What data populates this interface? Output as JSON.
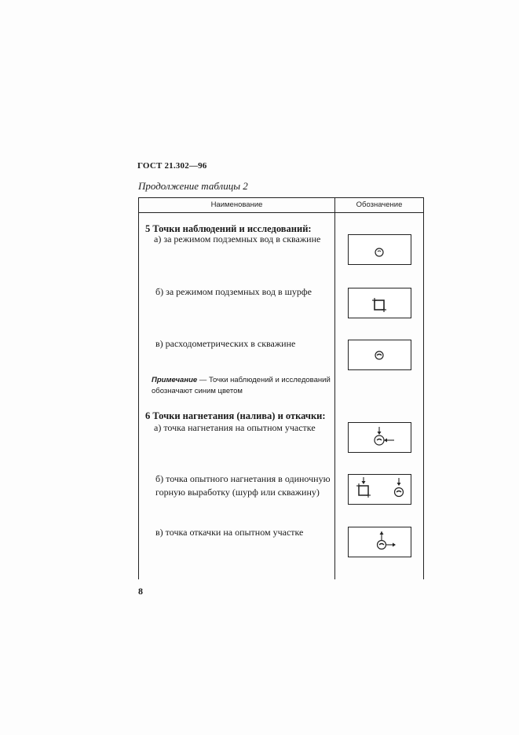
{
  "header": {
    "doc_code": "ГОСТ 21.302—96",
    "continuation": "Продолжение таблицы 2"
  },
  "table": {
    "col_name": "Наименование",
    "col_symbol": "Обозначение"
  },
  "section5": {
    "title": "5 Точки наблюдений и исследований:",
    "item_a": "а) за режимом подземных вод в скважине",
    "item_b": "б) за режимом подземных вод в шурфе",
    "item_c": "в) расходометрических в скважине",
    "note_label": "Примечание",
    "note_text": " — Точки наблюдений и исследований обозначают синим цветом"
  },
  "section6": {
    "title": "6 Точки нагнетания (налива) и откачки:",
    "item_a": "а) точка нагнетания на опытном участке",
    "item_b": "б) точка опытного нагнетания в одиночную горную выработку (шурф или скважину)",
    "item_c": "в) точка откачки на опытном участке"
  },
  "symbols": [
    {
      "name": "well-observation-symbol"
    },
    {
      "name": "pit-observation-symbol"
    },
    {
      "name": "flowmeter-symbol"
    },
    {
      "name": "injection-site-symbol"
    },
    {
      "name": "single-injection-symbol"
    },
    {
      "name": "pumping-site-symbol"
    }
  ],
  "page_number": "8"
}
